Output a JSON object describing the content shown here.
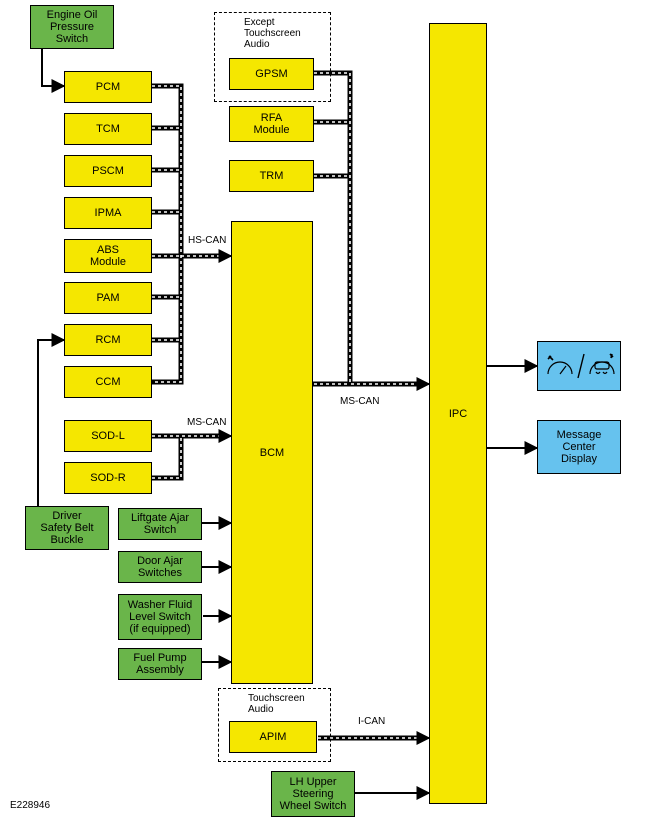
{
  "diagram": {
    "figure_id": "E228946",
    "network_labels": {
      "hs_can": "HS-CAN",
      "ms_can_left": "MS-CAN",
      "ms_can_right": "MS-CAN",
      "i_can": "I-CAN"
    },
    "group_labels": {
      "except_touchscreen": "Except\nTouchscreen\nAudio",
      "touchscreen": "Touchscreen\nAudio"
    },
    "modules": {
      "engine_oil_switch": "Engine Oil\nPressure\nSwitch",
      "pcm": "PCM",
      "tcm": "TCM",
      "pscm": "PSCM",
      "ipma": "IPMA",
      "abs": "ABS\nModule",
      "pam": "PAM",
      "rcm": "RCM",
      "ccm": "CCM",
      "sod_l": "SOD-L",
      "sod_r": "SOD-R",
      "driver_belt": "Driver\nSafety Belt\nBuckle",
      "liftgate": "Liftgate Ajar\nSwitch",
      "door_ajar": "Door Ajar\nSwitches",
      "washer": "Washer Fluid\nLevel Switch\n(if equipped)",
      "fuel_pump": "Fuel Pump\nAssembly",
      "gpsm": "GPSM",
      "rfa": "RFA\nModule",
      "trm": "TRM",
      "bcm": "BCM",
      "apim": "APIM",
      "ipc": "IPC",
      "lh_switch": "LH Upper\nSteering\nWheel Switch",
      "message_center": "Message\nCenter\nDisplay"
    },
    "colors": {
      "module": "#f5e700",
      "input": "#6ab54a",
      "output": "#66c2ee"
    },
    "icons": [
      "speedometer-warning-icon",
      "vehicle-traction-icon"
    ]
  }
}
